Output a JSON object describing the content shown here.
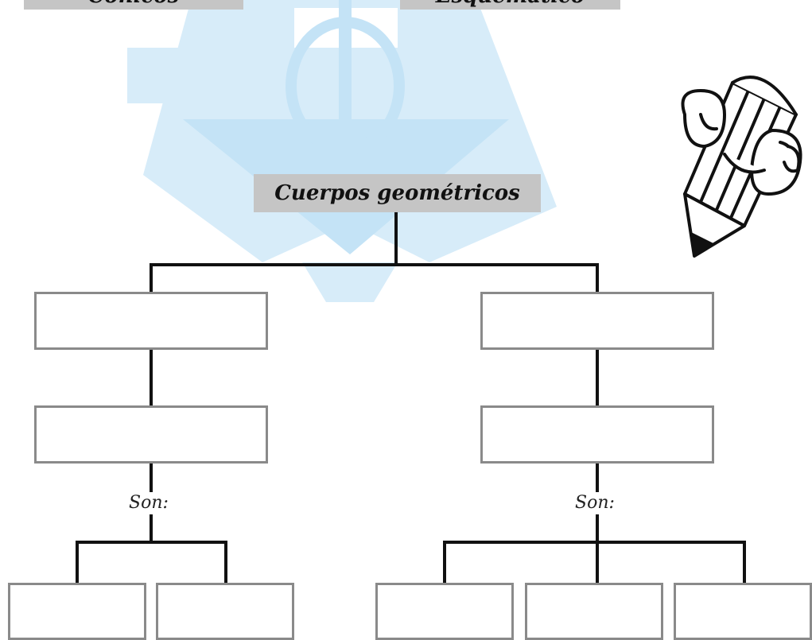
{
  "header": {
    "left_banner_text": "Cónicos",
    "right_banner_text": "Esquemático"
  },
  "diagram": {
    "root_label": "Cuerpos geométricos",
    "left_branch": {
      "connector_label": "Son:"
    },
    "right_branch": {
      "connector_label": "Son:"
    }
  },
  "watermark": {
    "icon": "phi-logo-watermark",
    "color": "#cfe8f7"
  },
  "illustration": {
    "icon": "hand-holding-pencil-icon"
  },
  "colors": {
    "banner": "#c5c5c5",
    "box_border": "#8a8a8a",
    "connector": "#111111"
  }
}
